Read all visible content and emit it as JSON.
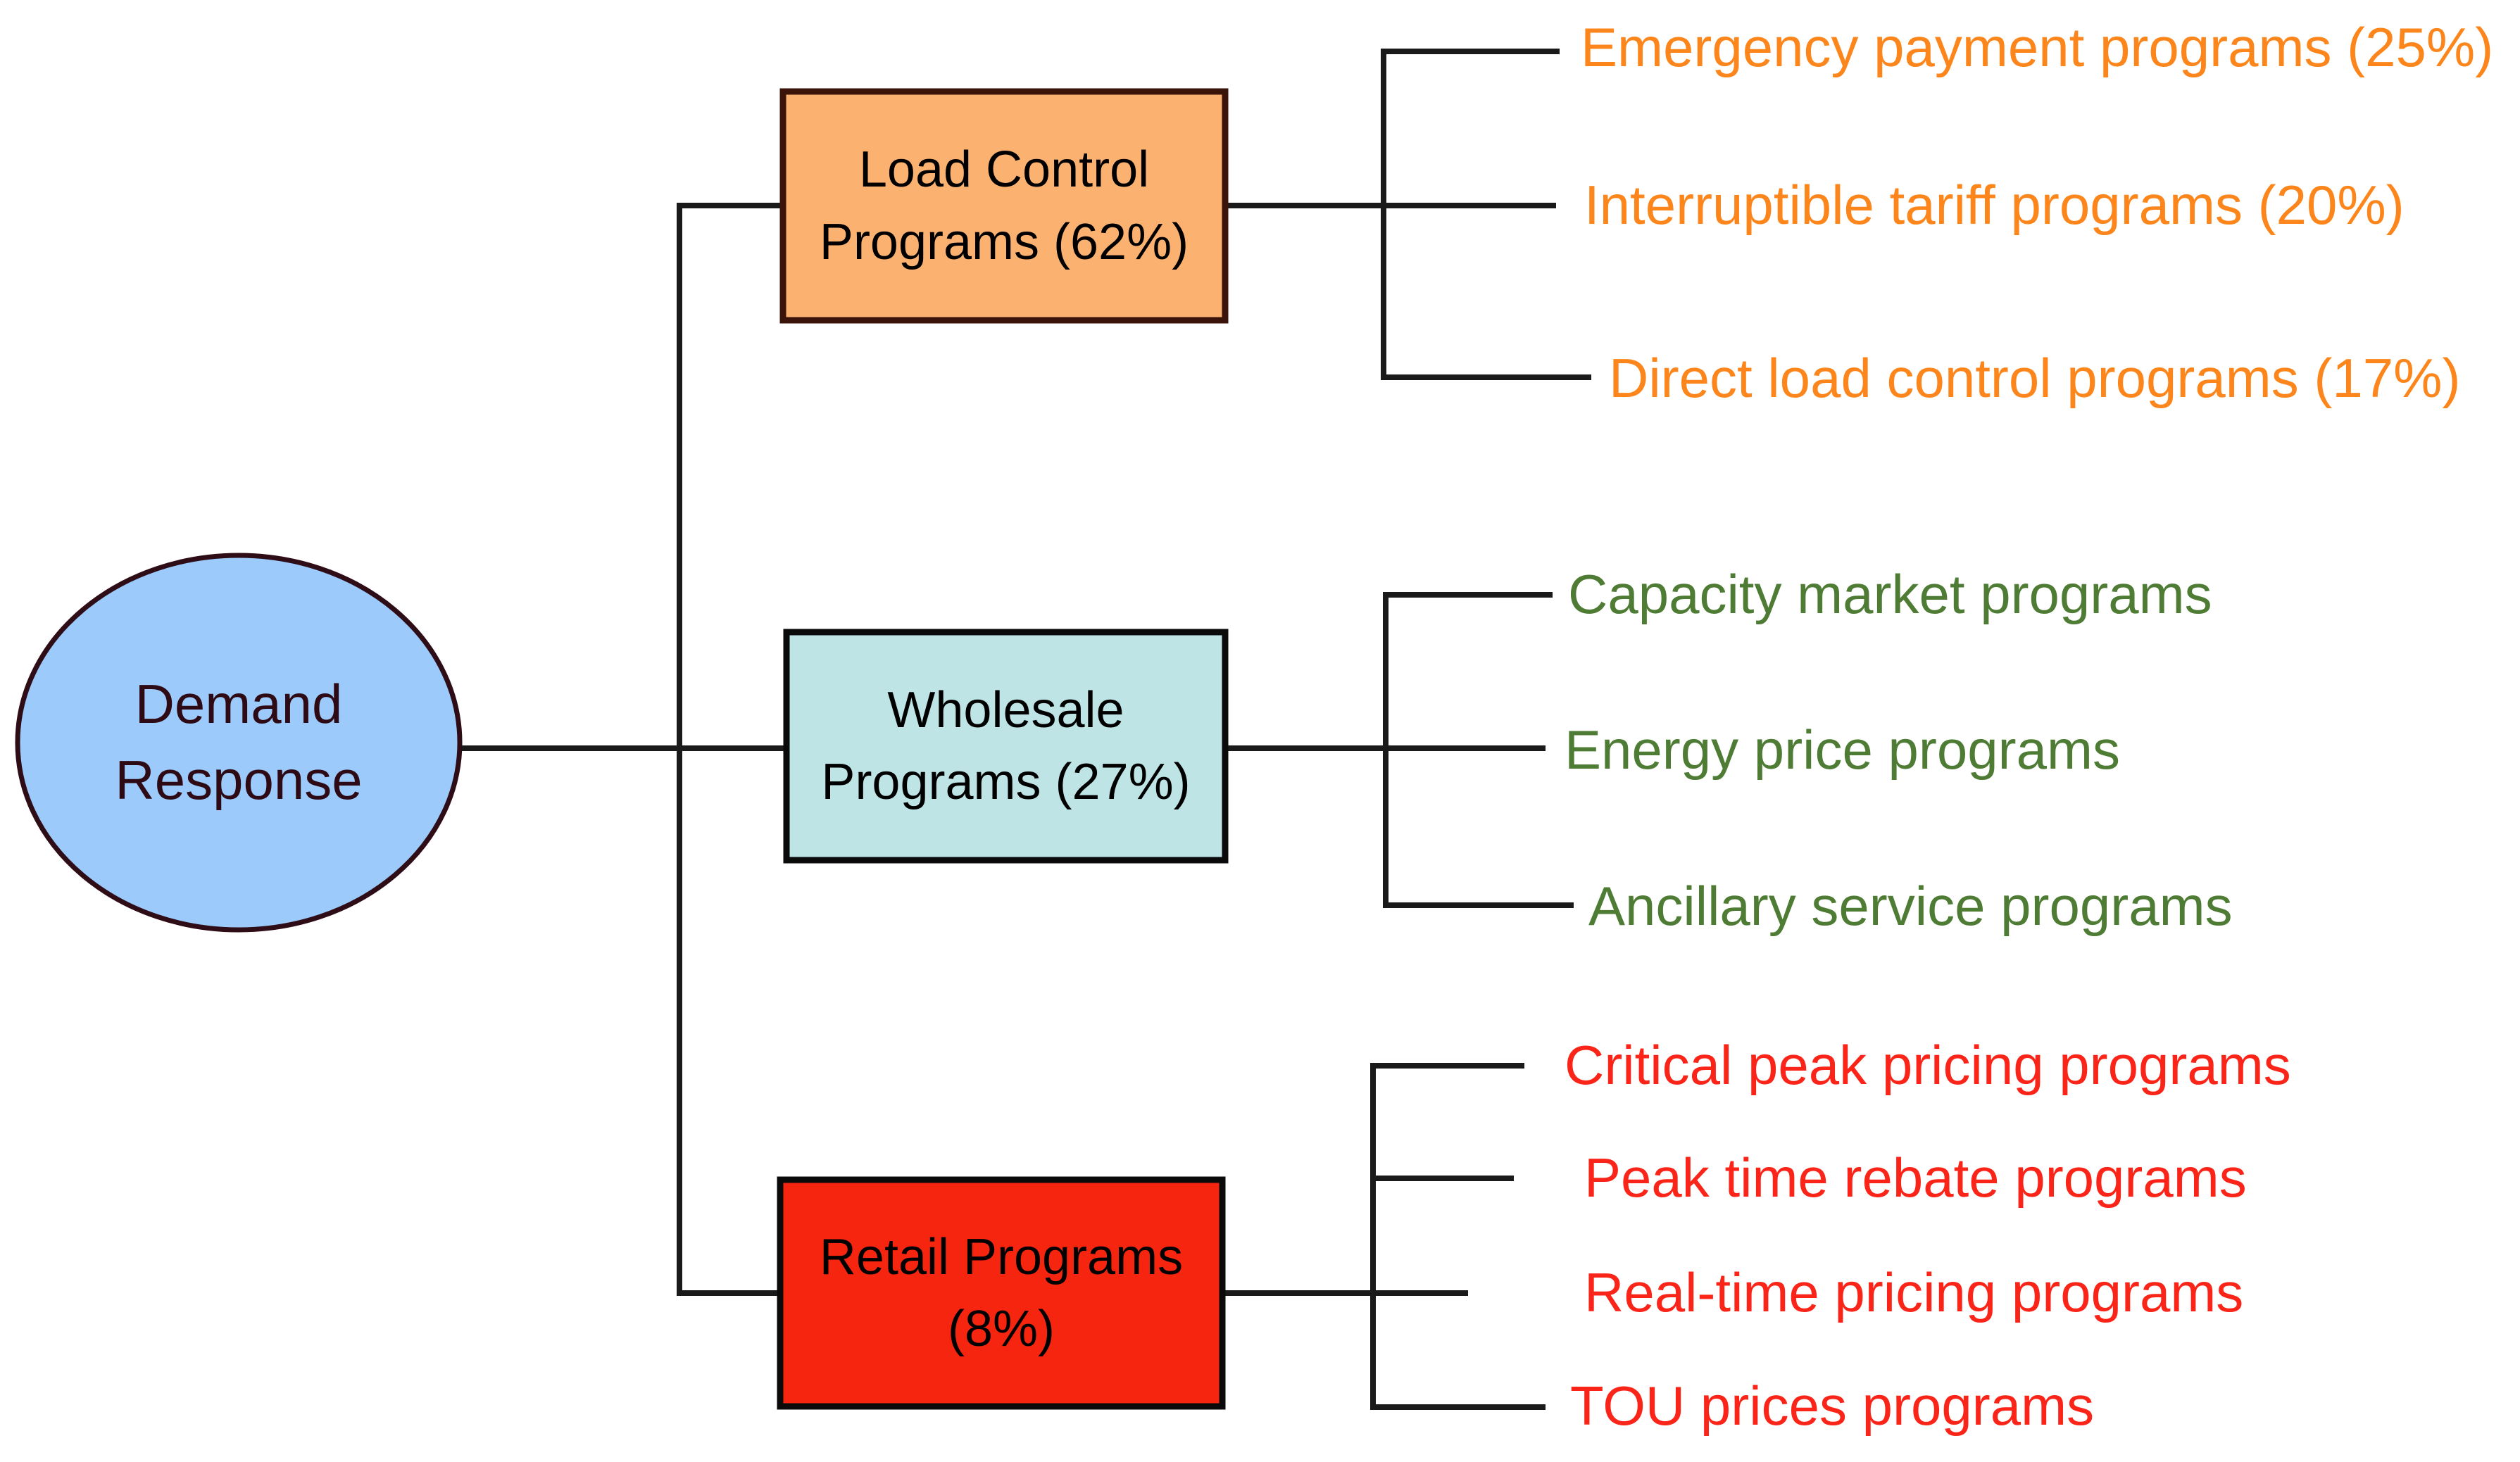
{
  "figure": {
    "background": "#FFFFFF",
    "connector_color": "#1A1A1A"
  },
  "root": {
    "label": "Demand\nResponse",
    "fill": "#9BCAFB",
    "border_color": "#2E0D16",
    "text_color": "#2D0A14"
  },
  "branches": [
    {
      "label": "Load Control\nPrograms (62%)",
      "fill": "#FBB170",
      "border_color": "#3A1408",
      "text_color": "#000000",
      "leaf_text_color": "#FC861B",
      "leaves": [
        "Emergency payment programs (25%)",
        "Interruptible tariff programs (20%)",
        "Direct load control programs (17%)"
      ]
    },
    {
      "label": "Wholesale\nPrograms (27%)",
      "fill": "#BEE4E5",
      "border_color": "#0A0A0A",
      "text_color": "#000000",
      "leaf_text_color": "#4E7C34",
      "leaves": [
        "Capacity market programs",
        "Energy price programs",
        "Ancillary service programs"
      ]
    },
    {
      "label": "Retail Programs\n(8%)",
      "fill": "#F5250F",
      "border_color": "#0A0A0A",
      "text_color": "#000000",
      "leaf_text_color": "#FA2419",
      "leaves": [
        "Critical peak pricing programs",
        "Peak time rebate programs",
        "Real-time pricing programs",
        "TOU prices programs"
      ]
    }
  ]
}
